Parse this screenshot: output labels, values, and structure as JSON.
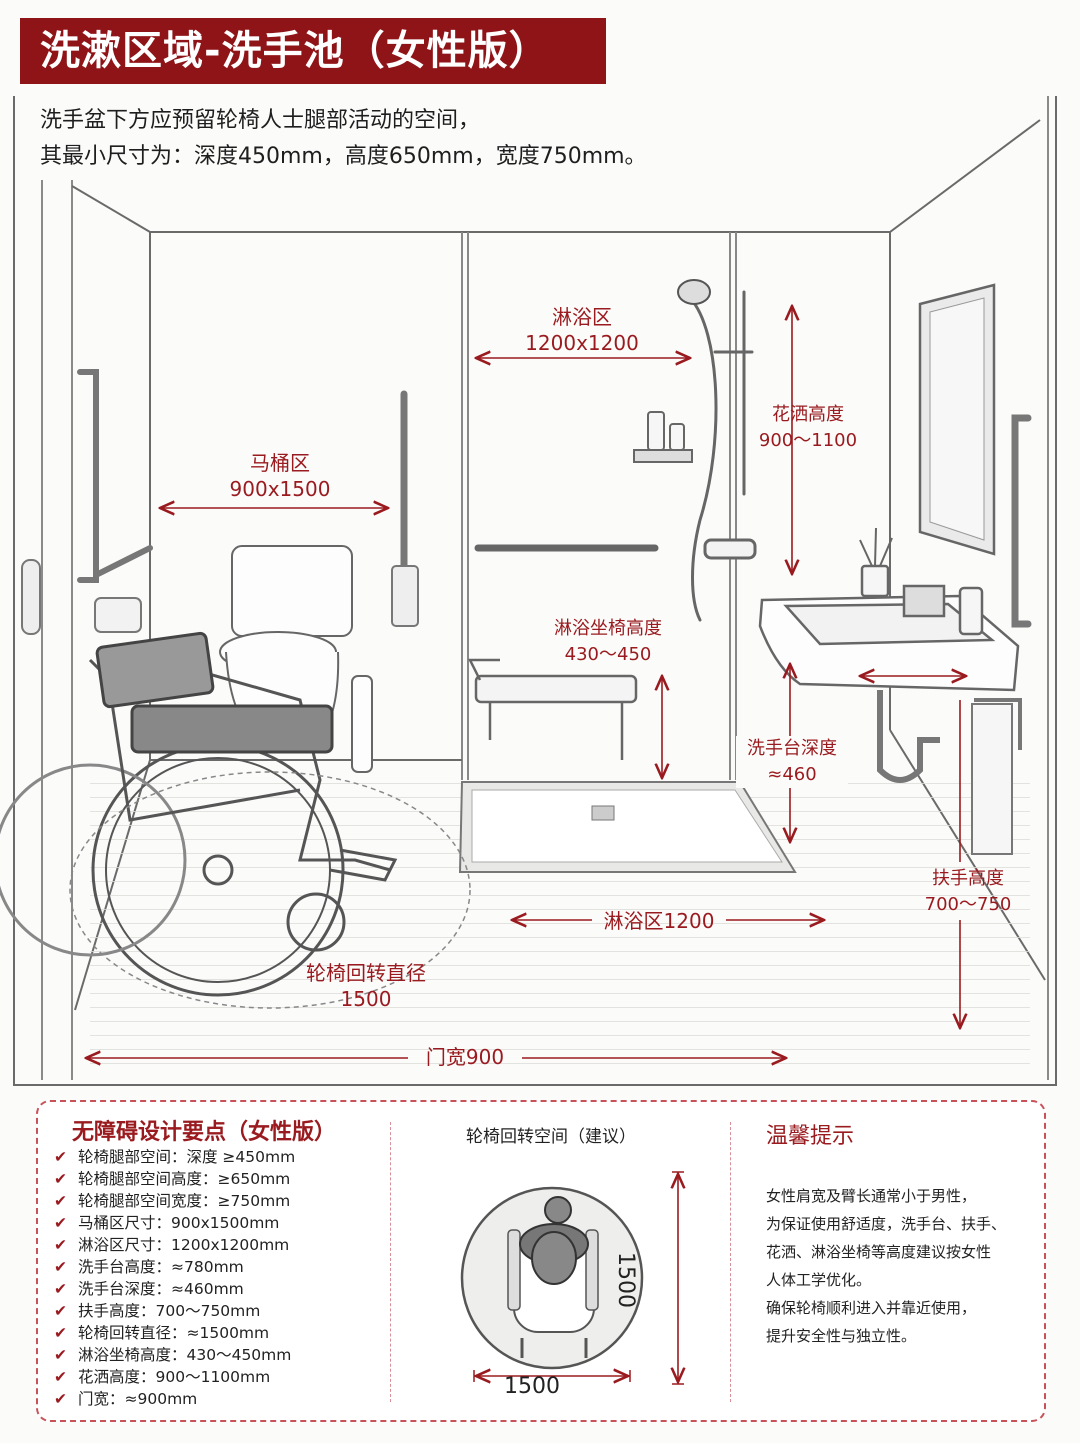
{
  "title": "洗漱区域-洗手池（女性版）",
  "intro": {
    "line1": "洗手盆下方应预留轮椅人士腿部活动的空间，",
    "line2": "其最小尺寸为：深度450mm，高度650mm，宽度750mm。"
  },
  "labels": {
    "toilet_zone": {
      "name": "马桶区",
      "size": "900x1500"
    },
    "shower_zone": {
      "name": "淋浴区",
      "size": "1200x1200"
    },
    "shower_height": {
      "name": "花洒高度",
      "value": "900～1100"
    },
    "seat_height": {
      "name": "淋浴坐椅高度",
      "value": "430～450"
    },
    "basin_depth": {
      "name": "洗手台深度",
      "value": "≈460"
    },
    "handrail_height": {
      "name": "扶手高度",
      "value": "700～750"
    },
    "shower_width": "淋浴区1200",
    "turning": {
      "name": "轮椅回转直径",
      "value": "1500"
    },
    "door_width": "门宽900"
  },
  "panel": {
    "checklist_title": "无障碍设计要点（女性版）",
    "checklist": [
      "轮椅腿部空间：深度 ≥450mm",
      "轮椅腿部空间高度：≥650mm",
      "轮椅腿部空间宽度：≥750mm",
      "马桶区尺寸：900x1500mm",
      "淋浴区尺寸：1200x1200mm",
      "洗手台高度：≈780mm",
      "洗手台深度：≈460mm",
      "扶手高度：700～750mm",
      "轮椅回转直径：≈1500mm",
      "淋浴坐椅高度：430～450mm",
      "花洒高度：900～1100mm",
      "门宽：≈900mm"
    ],
    "check_mark": "✔",
    "middle_title": "轮椅回转空间（建议）",
    "dim_width": "1500",
    "dim_height": "1500",
    "tips_title": "温馨提示",
    "tips": [
      "女性肩宽及臂长通常小于男性，",
      "为保证使用舒适度，洗手台、扶手、",
      "花洒、淋浴坐椅等高度建议按女性",
      "人体工学优化。",
      "确保轮椅顺利进入并靠近使用，",
      "提升安全性与独立性。"
    ]
  },
  "colors": {
    "accent": "#8e1418",
    "dim_red": "#9a1b1f",
    "line": "#6a6a6a"
  }
}
